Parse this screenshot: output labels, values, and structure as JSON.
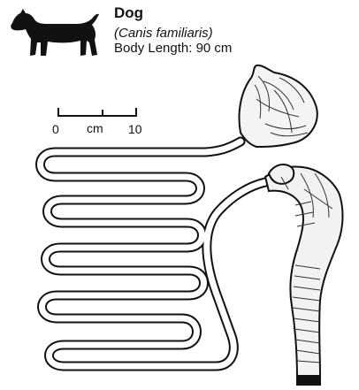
{
  "header": {
    "animal": "Dog",
    "species": "(Canis familiaris)",
    "body_length": "Body Length: 90 cm"
  },
  "scale_bar": {
    "start_label": "0",
    "unit_label": "cm",
    "end_label": "10"
  },
  "icons": {
    "animal": "dog-silhouette-icon"
  },
  "colors": {
    "ink": "#111111",
    "background": "#ffffff"
  }
}
